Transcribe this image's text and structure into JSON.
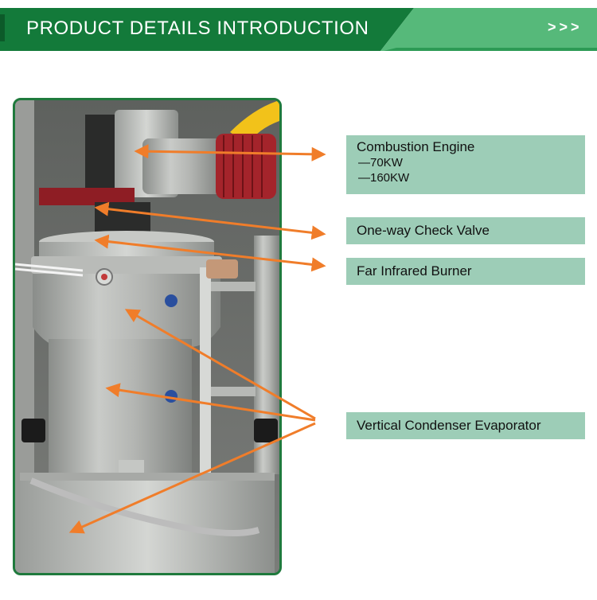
{
  "header": {
    "title": "PRODUCT DETAILS INTRODUCTION",
    "chevrons": ">>>",
    "colors": {
      "dark_green": "#137a3a",
      "light_green": "#56b97a"
    }
  },
  "labels": [
    {
      "title": "Combustion Engine",
      "subs": [
        "—70KW",
        "—160KW"
      ]
    },
    {
      "title": "One-way Check Valve",
      "subs": []
    },
    {
      "title": "Far Infrared Burner",
      "subs": []
    },
    {
      "title": "Vertical Condenser Evaporator",
      "subs": []
    }
  ],
  "colors": {
    "label_bg": "#9dcdb7",
    "arrow": "#f07d2a",
    "frame_border": "#1f7a3d"
  },
  "photo": {
    "icon": "machine-photo"
  }
}
